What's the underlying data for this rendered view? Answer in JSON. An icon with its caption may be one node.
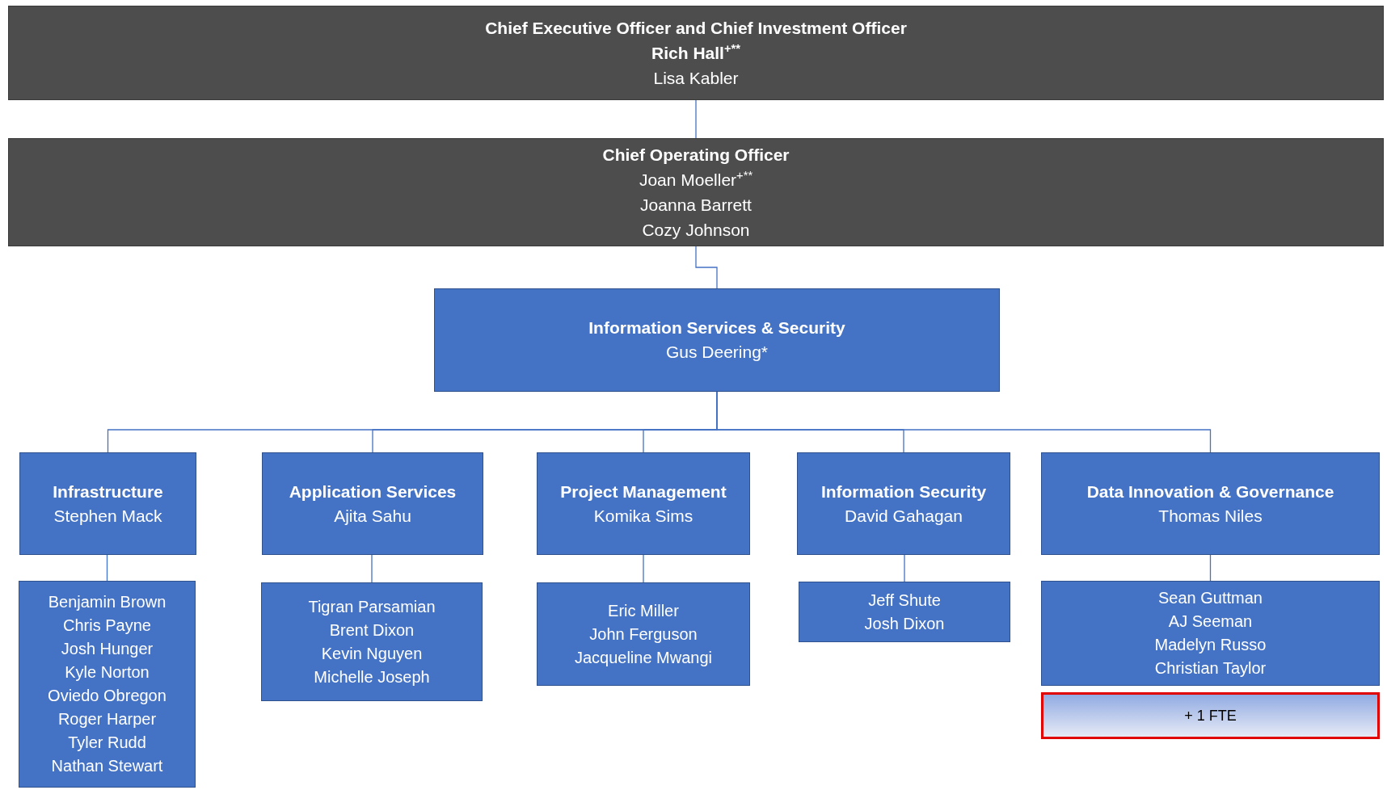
{
  "diagram": {
    "nodes": [
      {
        "text": [
          "Chief Executive Officer and Chief Investment Officer",
          "Rich Hall$^{+**}$",
          "Lisa Kabler"
        ]
      },
      {
        "text": [
          "Chief Operating Officer",
          "Joan Moeller$^{+**}$",
          "Joanna Barrett",
          "Cozy Johnson"
        ]
      },
      {
        "text": [
          "Information Services & Security",
          "Gus Deering*"
        ]
      },
      {
        "text": [
          "Infrastructure",
          "Stephen Mack"
        ]
      },
      {
        "text": [
          "Application Services",
          "Ajita Sahu"
        ]
      },
      {
        "text": [
          "Project Management",
          "Komika Sims"
        ]
      },
      {
        "text": [
          "Information Security",
          "David Gahagan"
        ]
      },
      {
        "text": [
          "Data Innovation & Governance",
          "Thomas Niles"
        ]
      },
      {
        "text": [
          "Benjamin Brown",
          "Chris Payne",
          "Josh Hunger",
          "Kyle Norton",
          "Oviedo Obregon",
          "Roger Harper",
          "Tyler Rudd",
          "Nathan Stewart"
        ]
      },
      {
        "text": [
          "Tigran Parsamian",
          "Brent Dixon",
          "Kevin Nguyen",
          "Michelle Joseph"
        ]
      },
      {
        "text": [
          "Eric Miller",
          "John Ferguson",
          "Jacqueline Mwangi"
        ]
      },
      {
        "text": [
          "Jeff Shute",
          "Josh Dixon"
        ]
      },
      {
        "text": [
          "Sean Guttman",
          "AJ Seeman",
          "Madelyn Russo",
          "Christian Taylor"
        ]
      },
      {
        "text": [
          "+ 1 FTE"
        ]
      }
    ],
    "edges": [
      {
        "from": 0,
        "to": 1,
        "arrow": "none"
      },
      {
        "from": 1,
        "to": 2,
        "arrow": "none"
      },
      {
        "from": 2,
        "to": 3,
        "arrow": "none"
      },
      {
        "from": 2,
        "to": 4,
        "arrow": "none"
      },
      {
        "from": 2,
        "to": 5,
        "arrow": "none"
      },
      {
        "from": 2,
        "to": 6,
        "arrow": "none"
      },
      {
        "from": 2,
        "to": 7,
        "arrow": "none"
      },
      {
        "from": 3,
        "to": 8,
        "arrow": "none"
      },
      {
        "from": 4,
        "to": 9,
        "arrow": "none"
      },
      {
        "from": 5,
        "to": 10,
        "arrow": "none"
      },
      {
        "from": 6,
        "to": 11,
        "arrow": "none"
      },
      {
        "from": 7,
        "to": 12,
        "arrow": "none"
      }
    ]
  }
}
